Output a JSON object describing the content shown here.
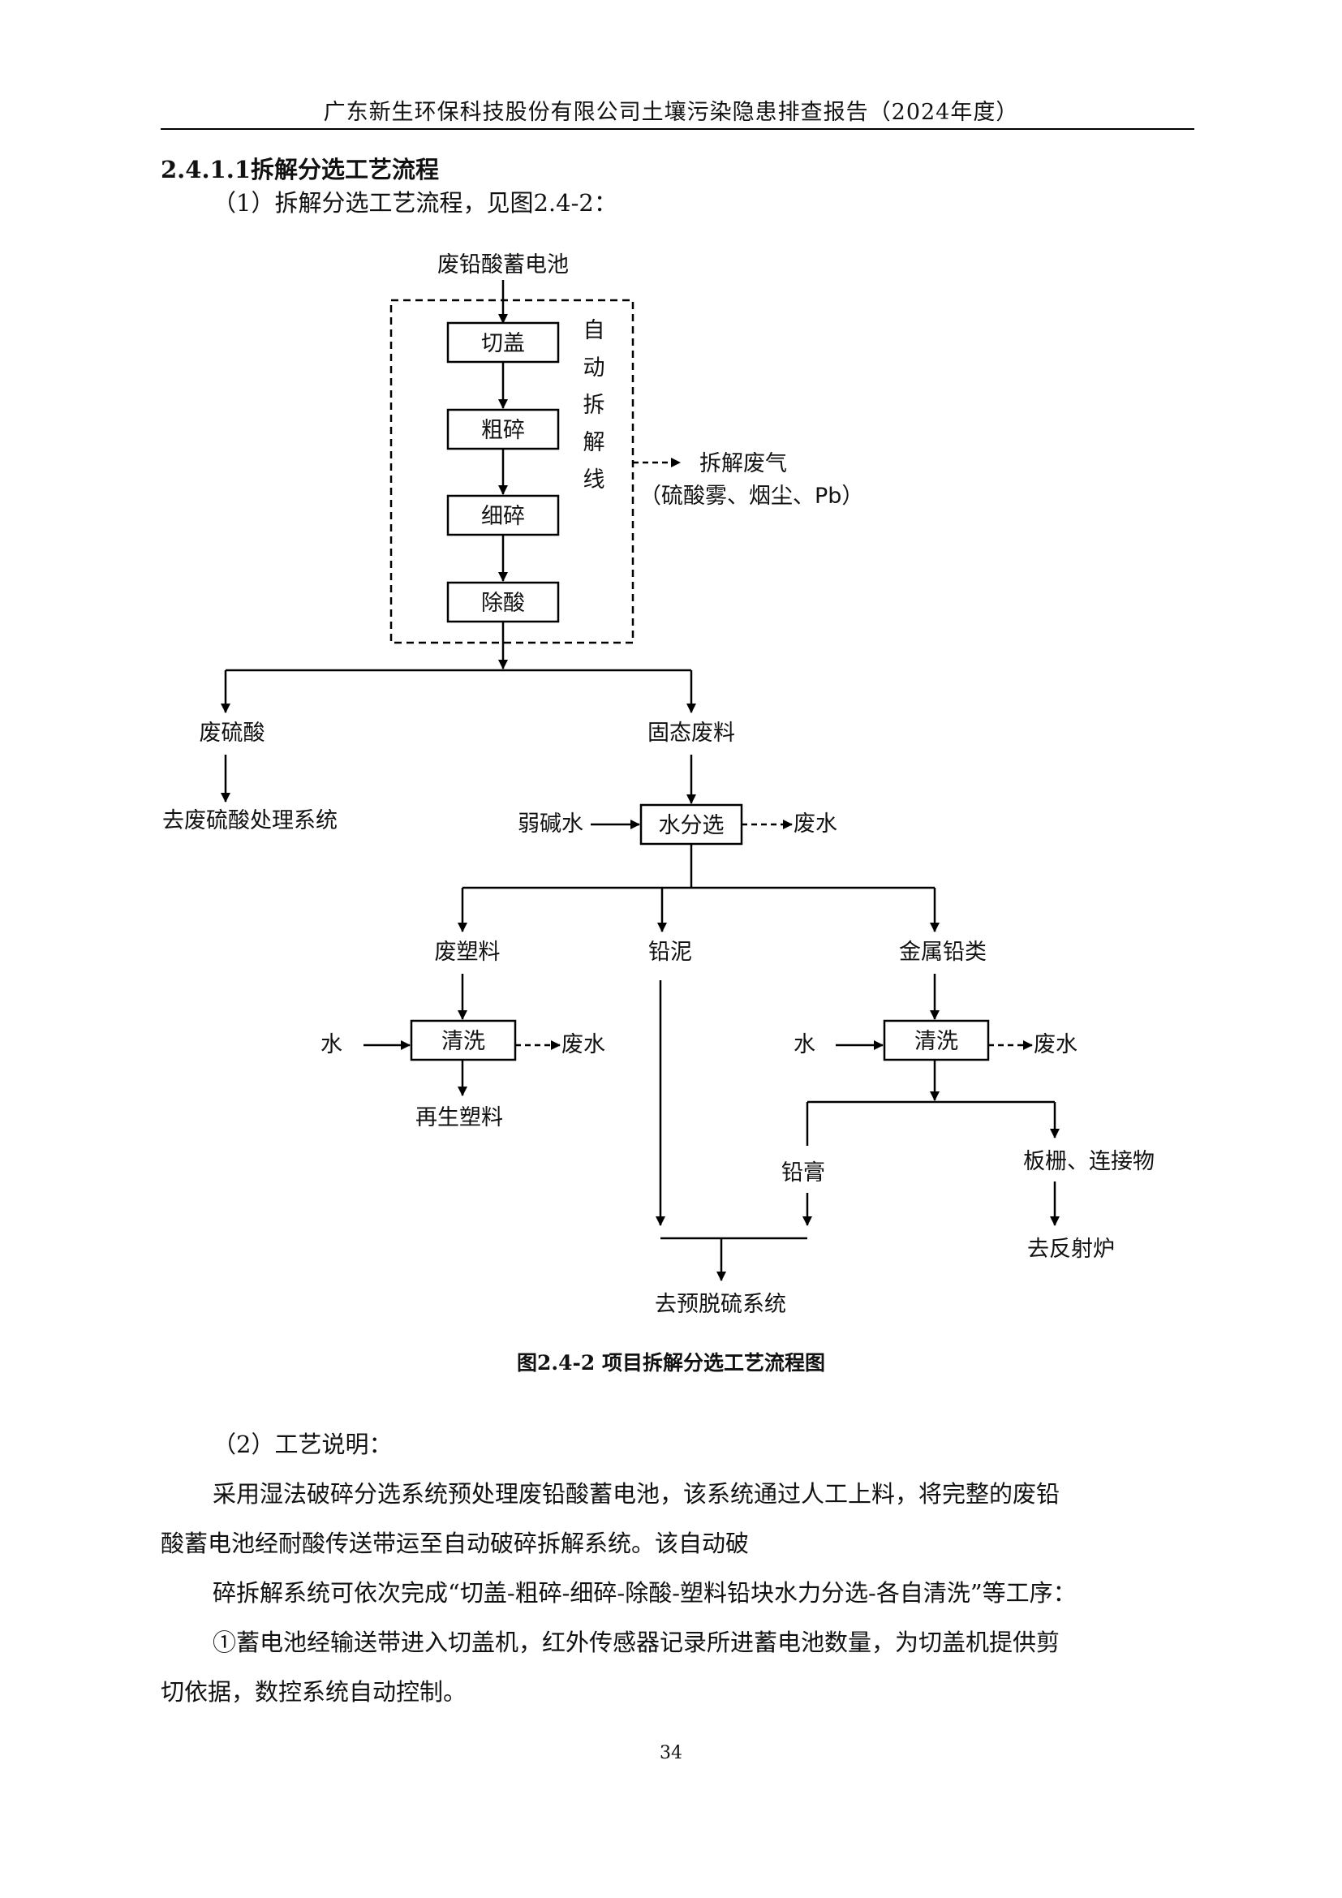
{
  "header": {
    "title": "广东新生环保科技股份有限公司土壤污染隐患排查报告（2024年度）"
  },
  "section": {
    "heading": "2.4.1.1拆解分选工艺流程"
  },
  "intro": "（1）拆解分选工艺流程，见图2.4-2：",
  "diagram": {
    "input": "废铅酸蓄电池",
    "line_steps": [
      "切盖",
      "粗碎",
      "细碎",
      "除酸"
    ],
    "line_label": [
      "自",
      "动",
      "拆",
      "解",
      "线"
    ],
    "exhaust": {
      "label": "拆解废气",
      "detail": "（硫酸雾、烟尘、Pb）"
    },
    "waste_acid": "废硫酸",
    "waste_acid_dest": "去废硫酸处理系统",
    "solid_waste": "固态废料",
    "weak_alkali": "弱碱水",
    "water_separation": "水分选",
    "waste_water": "废水",
    "waste_plastic": "废塑料",
    "lead_mud": "铅泥",
    "metal_lead": "金属铅类",
    "water": "水",
    "wash": "清洗",
    "recycled_plastic": "再生塑料",
    "lead_paste": "铅膏",
    "grid_connectors": "板栅、连接物",
    "reverberatory": "去反射炉",
    "desulfurization": "去预脱硫系统"
  },
  "figure_caption": "图2.4-2  项目拆解分选工艺流程图",
  "process": {
    "heading": "（2）工艺说明：",
    "lines": [
      "采用湿法破碎分选系统预处理废铅酸蓄电池，该系统通过人工上料，将完整的废铅",
      "酸蓄电池经耐酸传送带运至自动破碎拆解系统。该自动破",
      "碎拆解系统可依次完成“切盖-粗碎-细碎-除酸-塑料铅块水力分选-各自清洗”等工序：",
      "①蓄电池经输送带进入切盖机，红外传感器记录所进蓄电池数量，为切盖机提供剪",
      "切依据，数控系统自动控制。"
    ]
  },
  "page_number": "34"
}
